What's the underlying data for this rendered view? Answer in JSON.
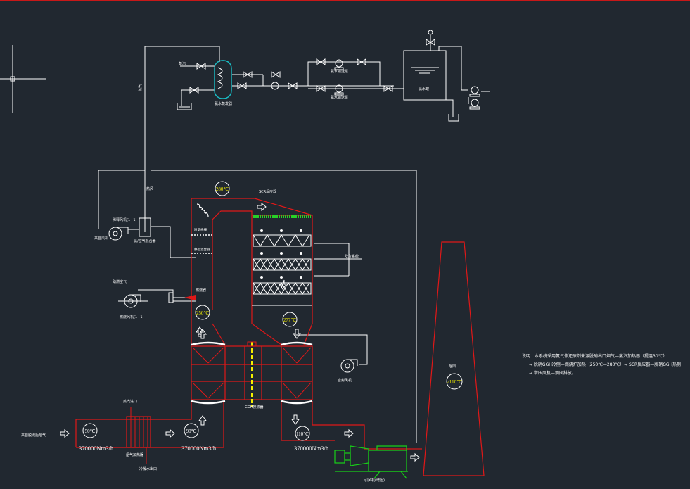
{
  "colors": {
    "background": "#212830",
    "duct": "#e01818",
    "pipe": "#ffffff",
    "vessel": "#19c0c8",
    "fan": "#18d018",
    "catalyst_bed": "#28d028",
    "temp_circle": "#f4f000"
  },
  "cad_cursor": "crosshair-icon",
  "labels": {
    "steam": "蒸汽",
    "ammonia_vaporizer": "氨水蒸发器",
    "mix_air": "热风",
    "dilution_fan": "稀释风机(1+1)",
    "dilution_air_in": "来自风机",
    "ammonia_mixer": "氨/空气混合器",
    "ammonia_pump_1": "氨水输送泵",
    "ammonia_pump_2": "氨水输送泵",
    "ammonia_tank": "氨水罐",
    "scr_reactor": "SCR反应器",
    "grid_1": "喷氨格栅",
    "grid_2": "静态混合器",
    "burner": "燃烧器",
    "combustion_air": "助燃空气",
    "burner_fan": "燃烧风机(1+1)",
    "ggh": "GGH换热器",
    "seal_fan": "密封风机",
    "sootblow": "吹灰系统",
    "chimney": "烟囱",
    "inlet_gas": "来自脱硫后烟气",
    "heater_in": "蒸汽进口",
    "heater_name": "烟气加热器",
    "heater_out": "冷凝水出口",
    "id_fan": "引风机(增压)",
    "flow_1": "370000Nm3/h",
    "flow_2": "370000Nm3/h",
    "flow_3": "370000Nm3/h",
    "note_1": "说明：本系统采用氨气作还原剂来源脱硝出口烟气—蒸汽加热器（提温30℃）",
    "note_2": "→ 脱硝GGH冷侧—燃烧炉加热（250℃—280℃）→ SCR反应器—脱硝GGH热侧",
    "note_3": "→ 增压风机—烟囱排放。"
  },
  "temperatures": {
    "t_280": "280℃",
    "t_250": "250℃",
    "t_277": "277℃",
    "t_50": "50℃",
    "t_90": "90℃",
    "t_110": "110℃",
    "t_chimney": ">110℃"
  }
}
